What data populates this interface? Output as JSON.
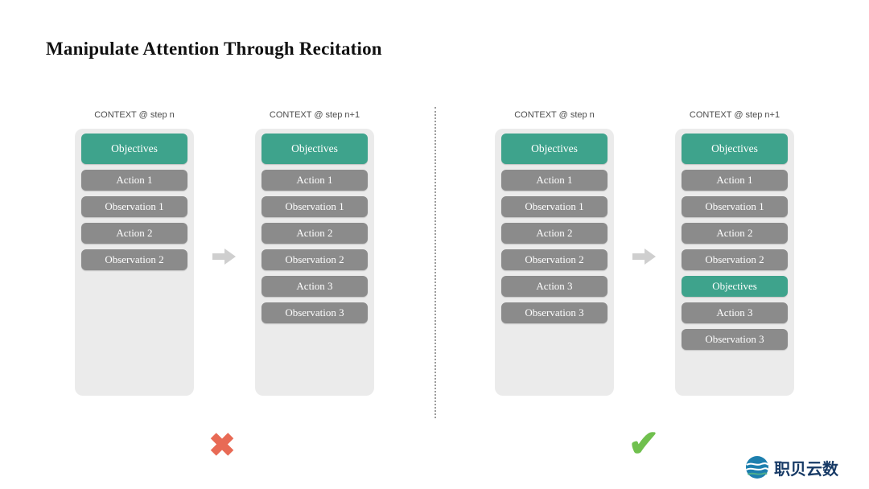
{
  "slide": {
    "title": "Manipulate Attention Through Recitation"
  },
  "panels": [
    {
      "label": "CONTEXT @ step n",
      "items": [
        {
          "text": "Objectives",
          "kind": "objective"
        },
        {
          "text": "Action 1",
          "kind": "step"
        },
        {
          "text": "Observation 1",
          "kind": "step"
        },
        {
          "text": "Action 2",
          "kind": "step"
        },
        {
          "text": "Observation 2",
          "kind": "step"
        }
      ]
    },
    {
      "label": "CONTEXT @ step n+1",
      "items": [
        {
          "text": "Objectives",
          "kind": "objective"
        },
        {
          "text": "Action 1",
          "kind": "step"
        },
        {
          "text": "Observation 1",
          "kind": "step"
        },
        {
          "text": "Action 2",
          "kind": "step"
        },
        {
          "text": "Observation 2",
          "kind": "step"
        },
        {
          "text": "Action 3",
          "kind": "step"
        },
        {
          "text": "Observation 3",
          "kind": "step"
        }
      ]
    },
    {
      "label": "CONTEXT @ step n",
      "items": [
        {
          "text": "Objectives",
          "kind": "objective"
        },
        {
          "text": "Action 1",
          "kind": "step"
        },
        {
          "text": "Observation 1",
          "kind": "step"
        },
        {
          "text": "Action 2",
          "kind": "step"
        },
        {
          "text": "Observation 2",
          "kind": "step"
        },
        {
          "text": "Action 3",
          "kind": "step"
        },
        {
          "text": "Observation 3",
          "kind": "step"
        }
      ]
    },
    {
      "label": "CONTEXT @ step n+1",
      "items": [
        {
          "text": "Objectives",
          "kind": "objective"
        },
        {
          "text": "Action 1",
          "kind": "step"
        },
        {
          "text": "Observation 1",
          "kind": "step"
        },
        {
          "text": "Action 2",
          "kind": "step"
        },
        {
          "text": "Observation 2",
          "kind": "step"
        },
        {
          "text": "Objectives",
          "kind": "objective"
        },
        {
          "text": "Action 3",
          "kind": "step"
        },
        {
          "text": "Observation 3",
          "kind": "step"
        }
      ]
    }
  ],
  "marks": {
    "wrong": "✖",
    "right": "✔"
  },
  "logo": {
    "text": "职贝云数"
  },
  "colors": {
    "objective_pill": "#3ea38c",
    "step_pill": "#8b8b8b",
    "panel_bg": "#ebebeb",
    "cross": "#e86a55",
    "check": "#70c04e",
    "arrow": "#cfcfcf",
    "logo_text": "#173a66"
  }
}
